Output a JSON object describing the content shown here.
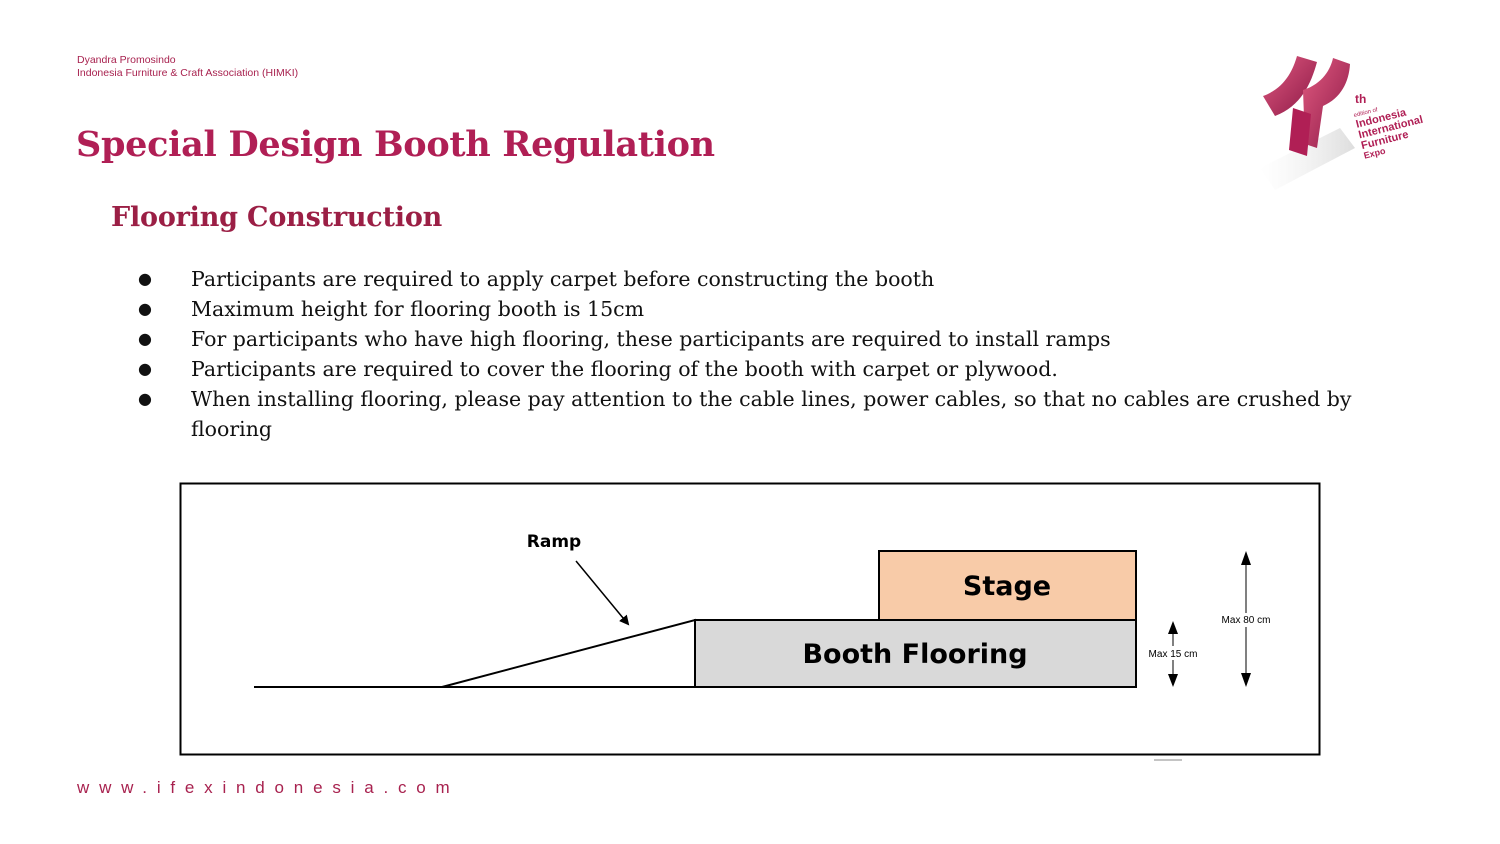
{
  "header": {
    "org_line1": "Dyandra Promosindo",
    "org_line2": "Indonesia Furniture & Craft Association (HIMKI)"
  },
  "title": "Special Design Booth Regulation",
  "subtitle": "Flooring Construction",
  "bullets": [
    "Participants are required to apply carpet before constructing the booth",
    "Maximum height for flooring booth is 15cm",
    "For participants who have high flooring, these participants are required to install ramps",
    "Participants are required to cover the flooring of the booth with carpet or plywood.",
    "When installing flooring, please pay attention to the cable lines, power cables, so that no cables are crushed by flooring"
  ],
  "diagram": {
    "ramp_label": "Ramp",
    "stage_label": "Stage",
    "flooring_label": "Booth Flooring",
    "max_15_label": "Max 15 cm",
    "max_80_label": "Max 80 cm"
  },
  "logo": {
    "superscript": "th",
    "line1": "edition of",
    "line2": "Indonesia",
    "line3": "International",
    "line4": "Furniture",
    "line5": "Expo"
  },
  "footer": {
    "url": "www.ifexindonesia.com"
  },
  "colors": {
    "brand": "#b01f55",
    "stage_fill": "#f8cba8",
    "flooring_fill": "#d9d9d9"
  }
}
